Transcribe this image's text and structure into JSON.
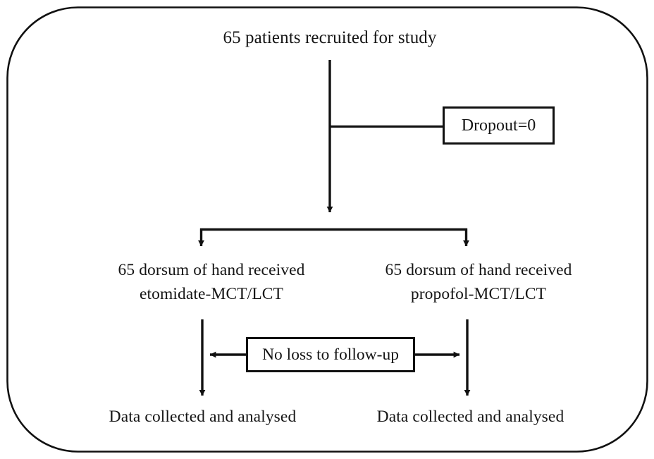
{
  "figure": {
    "type": "flowchart",
    "orientation": "top-down",
    "border": {
      "shape": "rounded-rectangle",
      "color": "#111111",
      "stroke_width": 2.6,
      "corner_radius": 100
    },
    "stroke_color": "#111111",
    "background": "#ffffff"
  },
  "nodes": {
    "enrollment": {
      "id": "enrollment",
      "label": "65 patients recruited for study",
      "shape": "text",
      "count": 65
    },
    "dropout": {
      "id": "dropout",
      "label": "Dropout=0",
      "shape": "rectangle",
      "count": 0
    },
    "allocation_left": {
      "id": "allocation-left",
      "line1": "65 dorsum of hand received",
      "line2": "etomidate-MCT/LCT",
      "shape": "text",
      "count": 65,
      "intervention": "etomidate-MCT/LCT"
    },
    "allocation_right": {
      "id": "allocation-right",
      "line1": "65 dorsum of hand received",
      "line2": "propofol-MCT/LCT",
      "shape": "text",
      "count": 65,
      "intervention": "propofol-MCT/LCT"
    },
    "followup": {
      "id": "followup",
      "label": "No loss to follow-up",
      "shape": "rectangle"
    },
    "analysis_left": {
      "id": "analysis-left",
      "label": "Data collected and analysed",
      "shape": "text"
    },
    "analysis_right": {
      "id": "analysis-right",
      "label": "Data collected and analysed",
      "shape": "text"
    }
  },
  "edges": [
    {
      "from": "enrollment",
      "to": "split",
      "arrow": "down"
    },
    {
      "from": "enrollment",
      "to": "dropout",
      "arrow": "none"
    },
    {
      "from": "split",
      "to": "allocation-left",
      "arrow": "down"
    },
    {
      "from": "split",
      "to": "allocation-right",
      "arrow": "down"
    },
    {
      "from": "allocation-left",
      "to": "analysis-left",
      "arrow": "down"
    },
    {
      "from": "allocation-right",
      "to": "analysis-right",
      "arrow": "down"
    },
    {
      "from": "followup",
      "to": "allocation-left-stem",
      "arrow": "left"
    },
    {
      "from": "followup",
      "to": "allocation-right-stem",
      "arrow": "right"
    }
  ]
}
